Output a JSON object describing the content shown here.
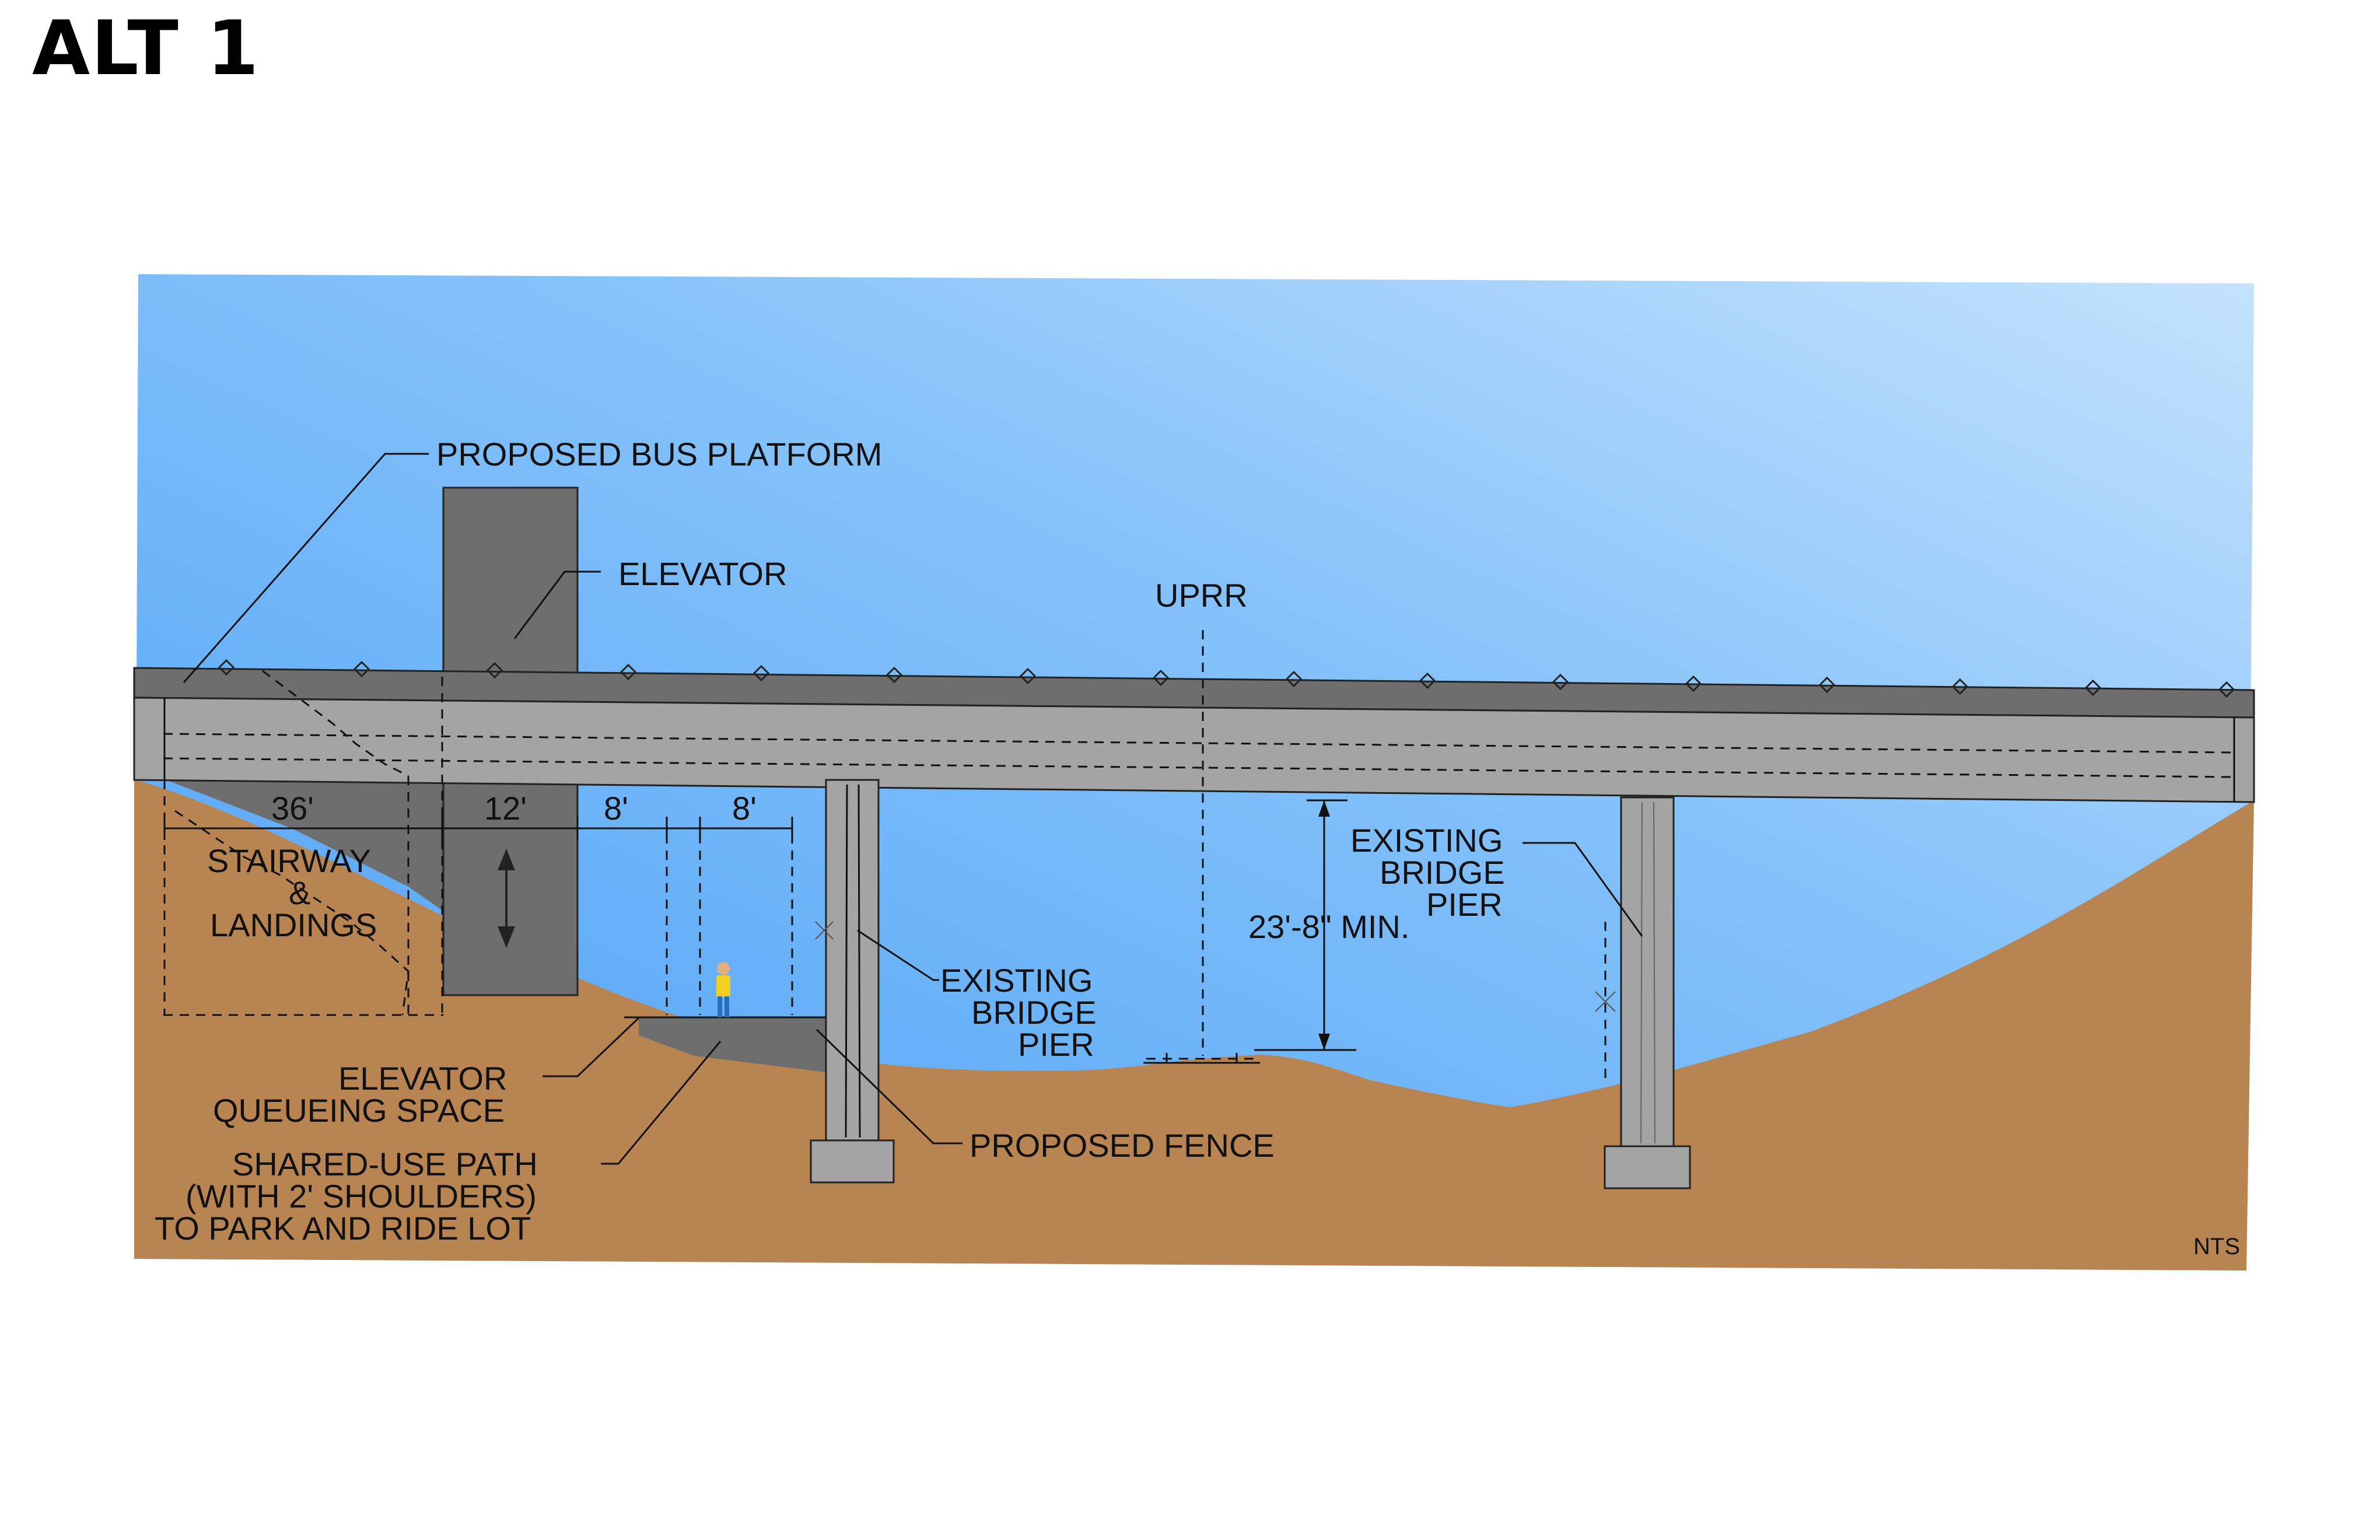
{
  "title": "ALT 1",
  "colors": {
    "sky_top": "#7ab8f5",
    "sky_light": "#c4e2fd",
    "ground": "#b88552",
    "concrete": "#a4a4a4",
    "concrete_dark": "#6e6e6e"
  },
  "labels": {
    "bus_platform": "PROPOSED BUS PLATFORM",
    "elevator": "ELEVATOR",
    "uprr": "UPRR",
    "pier_right_1": "EXISTING",
    "pier_right_2": "BRIDGE",
    "pier_right_3": "PIER",
    "pier_center_1": "EXISTING",
    "pier_center_2": "BRIDGE",
    "pier_center_3": "PIER",
    "stairway_1": "STAIRWAY",
    "stairway_2": "&",
    "stairway_3": "LANDINGS",
    "queue_1": "ELEVATOR",
    "queue_2": "QUEUEING SPACE",
    "path_1": "SHARED-USE PATH",
    "path_2": "(WITH 2' SHOULDERS)",
    "path_3": "TO PARK AND RIDE LOT",
    "fence": "PROPOSED FENCE",
    "clearance": "23'-8\" MIN.",
    "nts": "NTS"
  },
  "dimensions": {
    "stair_width": "36'",
    "elevator_width": "12'",
    "queue_width": "8'",
    "path_width": "8'"
  }
}
